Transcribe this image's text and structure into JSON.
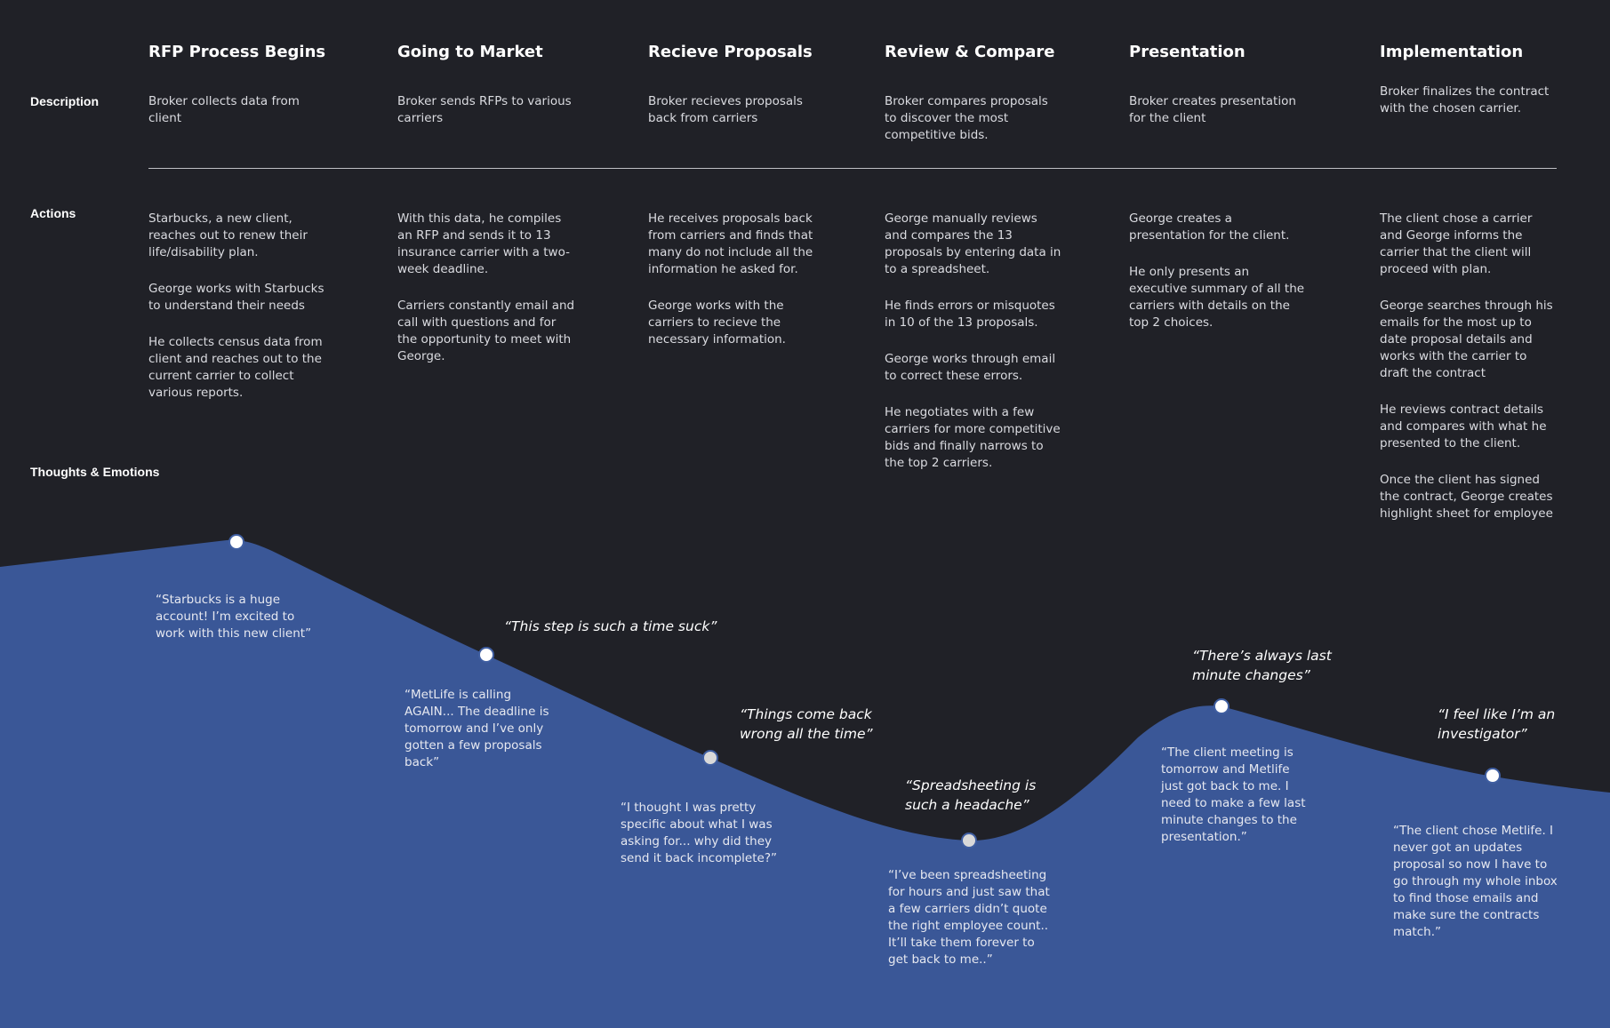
{
  "colors": {
    "background": "#202127",
    "curve_fill": "#3a5797",
    "text": "#ffffff",
    "muted_text": "#dadbe0",
    "divider": "#bfc0c5"
  },
  "row_labels": {
    "description": "Description",
    "actions": "Actions",
    "thoughts": "Thoughts & Emotions"
  },
  "stages": [
    {
      "title": "RFP Process Begins",
      "description": "Broker collects data from client",
      "actions": [
        "Starbucks, a new client, reaches out to renew their life/disability plan.",
        "George works with Starbucks to understand their needs",
        "He collects census data from client and reaches out to the current carrier to collect various reports."
      ],
      "headline": "",
      "quote": "“Starbucks is a huge account! I’m excited to work with this new client”",
      "emotion_level": 0.95
    },
    {
      "title": "Going to Market",
      "description": "Broker sends RFPs to various carriers",
      "actions": [
        "With this data, he compiles an RFP and sends it to 13 insurance carrier with a two-week deadline.",
        "Carriers constantly email and call with questions and for the opportunity to meet with George."
      ],
      "headline": "“This step is such a time suck”",
      "quote": "“MetLife is calling AGAIN... The deadline is tomorrow and I’ve only gotten a few proposals back”",
      "emotion_level": 0.6
    },
    {
      "title": "Recieve Proposals",
      "description": "Broker recieves proposals back from carriers",
      "actions": [
        "He receives proposals back from carriers and finds that many do not include all the information he asked for.",
        "George works with the carriers to recieve the necessary information."
      ],
      "headline": "“Things come back wrong all the time”",
      "quote": "“I thought I was pretty specific about what I was asking for... why did they send it back incomplete?”",
      "emotion_level": 0.3
    },
    {
      "title": "Review & Compare",
      "description": "Broker compares proposals to discover the most competitive bids.",
      "actions": [
        "George manually reviews and compares the 13 proposals by entering data in to a spreadsheet.",
        "He finds errors or misquotes in 10 of the 13 proposals.",
        "George works through email to correct these errors.",
        "He negotiates with a few carriers for more competitive bids and finally narrows to the top 2 carriers."
      ],
      "headline": "“Spreadsheeting is such a headache”",
      "quote": "“I’ve been spreadsheeting for hours and just saw that a few carriers didn’t quote the right employee count.. It’ll take them forever to get back to me..”",
      "emotion_level": 0.05
    },
    {
      "title": "Presentation",
      "description": "Broker creates presentation for the client",
      "actions": [
        "George creates a presentation for the client.",
        "He only presents an executive summary of all the carriers with details on the top 2 choices."
      ],
      "headline": "“There’s always last minute changes”",
      "quote": "“The client meeting is tomorrow and Metlife just got back to me. I need to make a few last minute changes to the presentation.”",
      "emotion_level": 0.45
    },
    {
      "title": "Implementation",
      "description": "Broker finalizes the contract with the chosen carrier.",
      "actions": [
        "The client chose a carrier and George informs the carrier that the client will proceed with plan.",
        "George searches through his emails for the most up to date proposal details and works with the carrier to draft the contract",
        "He reviews contract details and compares with what he presented to the client.",
        "Once the client has signed the contract, George creates highlight sheet for employee"
      ],
      "headline": "“I feel like I’m an investigator”",
      "quote": "“The client chose Metlife. I never got an updates proposal so now I have to go through my whole inbox to find those emails and make sure the contracts match.”",
      "emotion_level": 0.28
    }
  ]
}
